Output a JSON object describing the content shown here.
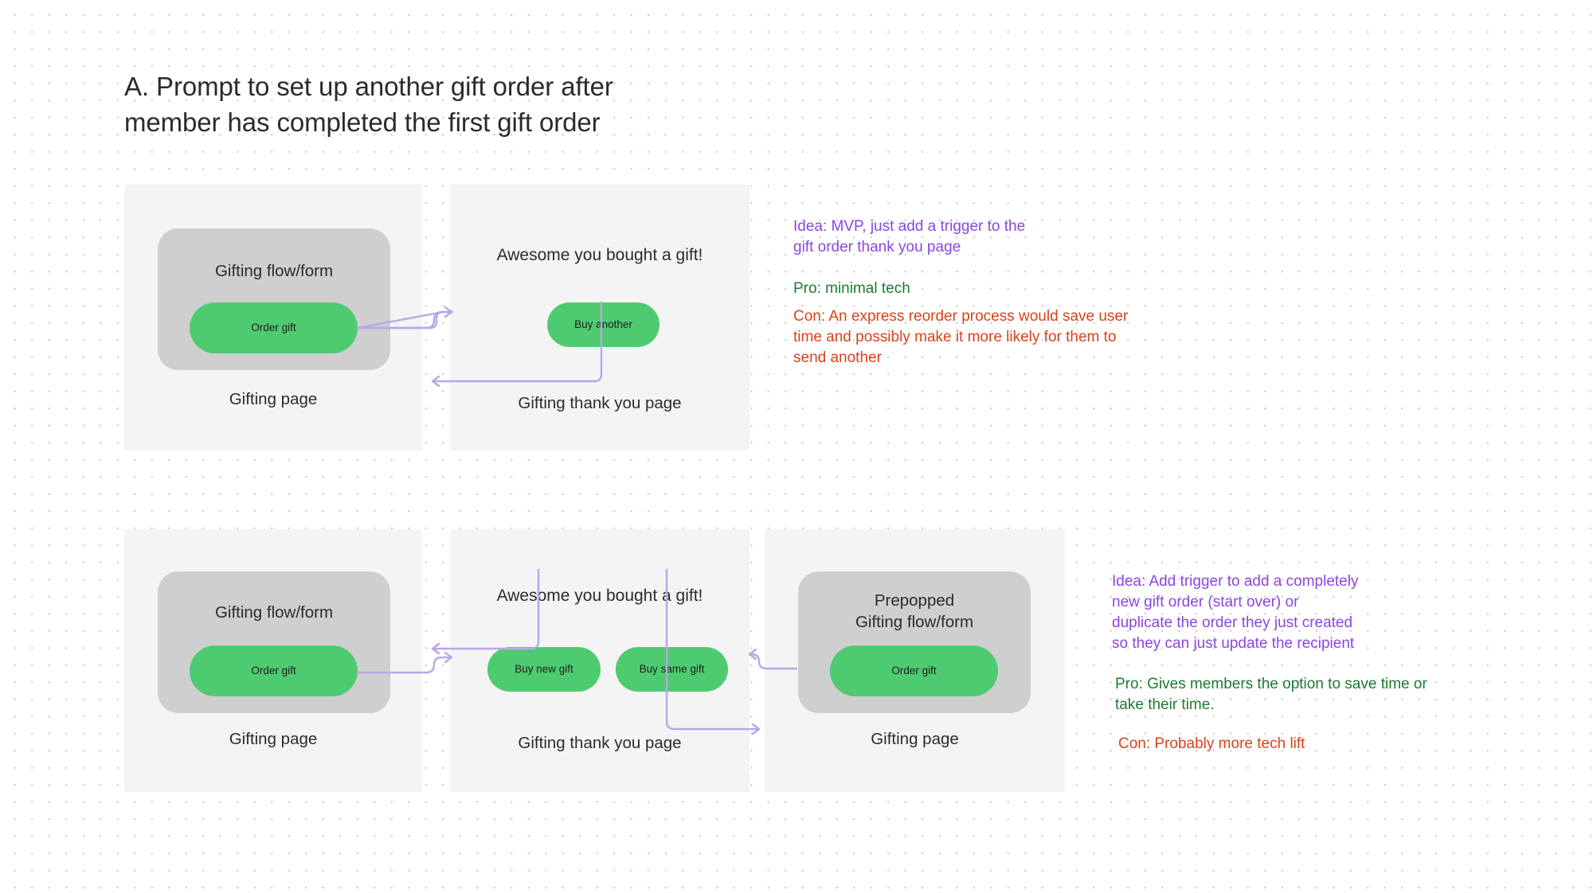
{
  "board": {
    "title": "A. Prompt to set up another gift order after\nmember has completed the first gift order"
  },
  "colors": {
    "green_button": "#4ECB71",
    "flowbox_gray": "#CFCFCF",
    "card_background": "#F4F4F4",
    "connector_purple": "#B9A6E8",
    "idea_purple": "#8B46E0",
    "pro_green": "#1E7A32",
    "con_red": "#D9421A",
    "canvas_dot": "#D0D0D0"
  },
  "row1": {
    "card1": {
      "flowbox_label": "Gifting flow/form",
      "button_label": "Order gift",
      "caption": "Gifting page"
    },
    "card2": {
      "heading": "Awesome you bought a gift!",
      "button_label": "Buy another",
      "caption": "Gifting thank you page"
    },
    "annotation": {
      "idea": "Idea: MVP, just add a trigger to the\ngift order thank you page",
      "pro": "Pro: minimal tech",
      "con": "Con: An express reorder process would save user\ntime and possibly make it more likely for them to\nsend another"
    }
  },
  "row2": {
    "card1": {
      "flowbox_label": "Gifting flow/form",
      "button_label": "Order gift",
      "caption": "Gifting page"
    },
    "card2": {
      "heading": "Awesome you bought a gift!",
      "button_new_label": "Buy new gift",
      "button_same_label": "Buy same gift",
      "caption": "Gifting thank you page"
    },
    "card3": {
      "flowbox_label": "Prepopped\nGifting flow/form",
      "button_label": "Order gift",
      "caption": "Gifting page"
    },
    "annotation": {
      "idea": "Idea: Add trigger to add a completely\nnew gift order (start over) or\nduplicate the order they just created\nso they can just update the recipient",
      "pro": "Pro: Gives members the option to save time or\ntake their time.",
      "con": "Con: Probably more tech lift"
    }
  }
}
